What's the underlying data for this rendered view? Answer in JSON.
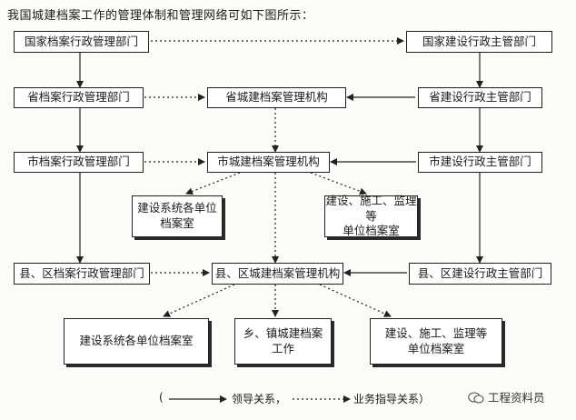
{
  "title": "我国城建档案工作的管理体制和管理网络可如下图所示：",
  "nodes": {
    "nat_archive": "国家档案行政管理部门",
    "nat_construct": "国家建设行政主管部门",
    "prov_archive": "省档案行政管理部门",
    "prov_urban": "省城建档案管理机构",
    "prov_construct": "省建设行政主管部门",
    "city_archive": "市档案行政管理部门",
    "city_urban": "市城建档案管理机构",
    "city_construct": "市建设行政主管部门",
    "city_sys_units_l1": "建设系统各单位",
    "city_sys_units_l2": "档案室",
    "city_build_units_l1": "建设、施工、监理等",
    "city_build_units_l2": "单位档案室",
    "county_archive": "县、区档案行政管理部门",
    "county_urban": "县、区城建档案管理机构",
    "county_construct": "县、区建设行政主管部门",
    "county_sys_units": "建设系统各单位档案室",
    "town_urban_l1": "乡、镇城建档案",
    "town_urban_l2": "工作",
    "county_build_units_l1": "建设、施工、监理等",
    "county_build_units_l2": "单位档案室"
  },
  "legend": {
    "open": "(",
    "lead": "领导关系，",
    "guide": "业务指导关系）"
  },
  "watermark": "工程资料员"
}
